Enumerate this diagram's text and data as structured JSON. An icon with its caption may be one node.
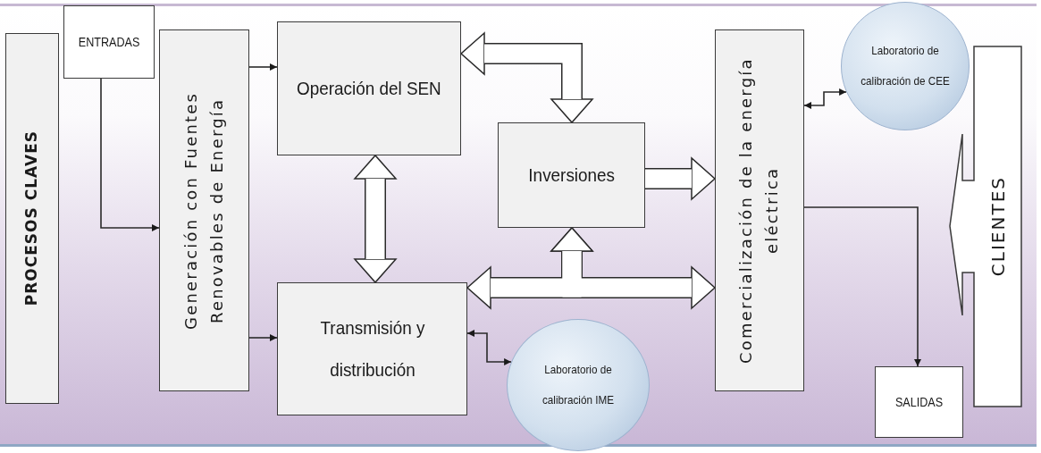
{
  "diagram": {
    "nodes": [
      {
        "text": [
          "PROCESOS CLAVES"
        ]
      },
      {
        "text": [
          "ENTRADAS"
        ]
      },
      {
        "text": [
          "Generación con Fuentes Renovables de Energía"
        ]
      },
      {
        "text": [
          "Operación del SEN"
        ]
      },
      {
        "text": [
          "Transmisión y distribución"
        ]
      },
      {
        "text": [
          "Inversiones"
        ]
      },
      {
        "text": [
          "Comercialización de la energía eléctrica"
        ]
      },
      {
        "text": [
          "Laboratorio de calibración de CEE"
        ]
      },
      {
        "text": [
          "Laboratorio de calibración IME"
        ]
      },
      {
        "text": [
          "CLIENTES"
        ]
      },
      {
        "text": [
          "SALIDAS"
        ]
      }
    ],
    "edges": [
      {
        "from": 1,
        "to": 2,
        "arrow": "to"
      },
      {
        "from": 2,
        "to": 3,
        "arrow": "to"
      },
      {
        "from": 2,
        "to": 4,
        "arrow": "to"
      },
      {
        "from": 3,
        "to": 4,
        "arrow": "both",
        "style": "thick"
      },
      {
        "from": 3,
        "to": 5,
        "arrow": "both",
        "style": "thick"
      },
      {
        "from": 5,
        "to": 6,
        "arrow": "to",
        "style": "thick"
      },
      {
        "from": 5,
        "to": 4,
        "arrow": "both",
        "style": "thick"
      },
      {
        "from": 5,
        "to": 6,
        "arrow": "both",
        "style": "thick"
      },
      {
        "from": 4,
        "to": 8,
        "arrow": "both"
      },
      {
        "from": 6,
        "to": 7,
        "arrow": "both"
      },
      {
        "from": 6,
        "to": 10,
        "arrow": "to"
      }
    ]
  }
}
